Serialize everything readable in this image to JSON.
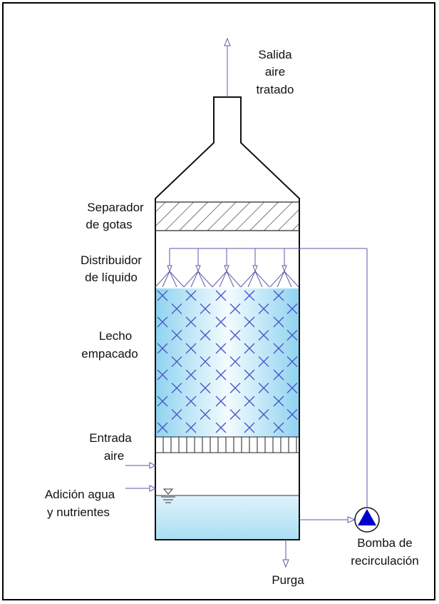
{
  "labels": {
    "outlet_line1": "Salida",
    "outlet_line2": "aire",
    "outlet_line3": "tratado",
    "separator_line1": "Separador",
    "separator_line2": "de gotas",
    "distributor_line1": "Distribuidor",
    "distributor_line2": "de líquido",
    "bed_line1": "Lecho",
    "bed_line2": "empacado",
    "air_in_line1": "Entrada",
    "air_in_line2": "aire",
    "water_line1": "Adición agua",
    "water_line2": "y nutrientes",
    "pump_line1": "Bomba de",
    "pump_line2": "recirculación",
    "purge": "Purga"
  },
  "colors": {
    "line": "#5a5aa8",
    "pump": "#0000cc",
    "packing_marks": "#4a55c8",
    "bed_edge": "#8fd3f0",
    "bed_center": "#f4fbfe",
    "sump_top": "#dff2fb",
    "sump_bottom": "#a9dff3"
  }
}
